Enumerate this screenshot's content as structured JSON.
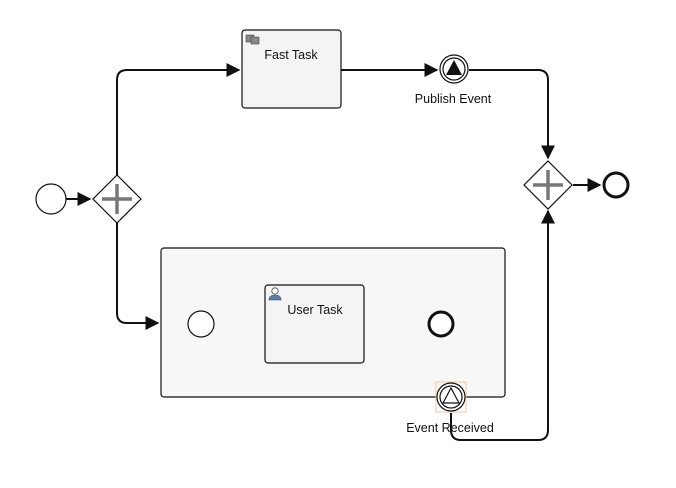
{
  "colors": {
    "stroke": "#111111",
    "task_fill": "#f4f4f4",
    "subprocess_fill": "#f7f7f7",
    "event_fill": "#ffffff",
    "gateway_fill": "#ffffff",
    "boundary_event_selection": "#f2c9a0"
  },
  "diagram": {
    "start_event": {
      "label": ""
    },
    "parallel_split_gateway": {
      "type": "parallel-gateway"
    },
    "fast_task": {
      "label": "Fast Task",
      "task_type": "service-task",
      "icon": "gear-icon"
    },
    "publish_event": {
      "label": "Publish Event",
      "event_type": "intermediate-throw-signal",
      "icon": "filled-triangle-icon"
    },
    "subprocess": {
      "start_event": {
        "label": ""
      },
      "user_task": {
        "label": "User Task",
        "task_type": "user-task",
        "icon": "user-icon"
      },
      "end_event": {
        "label": ""
      }
    },
    "event_received": {
      "label": "Event Received",
      "event_type": "boundary-catch-signal",
      "icon": "hollow-triangle-icon"
    },
    "parallel_join_gateway": {
      "type": "parallel-gateway"
    },
    "end_event": {
      "label": ""
    }
  }
}
